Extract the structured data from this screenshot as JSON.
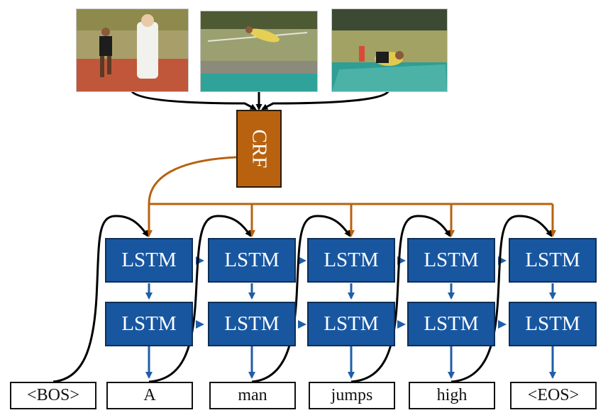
{
  "crf": {
    "label": "CRF"
  },
  "frames": [
    {
      "name": "video-frame-1",
      "desc": "athlete running on track"
    },
    {
      "name": "video-frame-2",
      "desc": "athlete clearing high jump bar"
    },
    {
      "name": "video-frame-3",
      "desc": "athlete landing on mat"
    }
  ],
  "lstm_label": "LSTM",
  "tokens": {
    "inputs": [
      "<BOS>",
      "A",
      "man",
      "jumps",
      "high"
    ],
    "outputs": [
      "A",
      "man",
      "jumps",
      "high",
      "<EOS>"
    ]
  },
  "colors": {
    "crf": "#b8620f",
    "lstm": "#1857a0",
    "arrow_blue": "#1f5ea8",
    "arrow_orange": "#b8620f",
    "arrow_black": "#000000"
  }
}
